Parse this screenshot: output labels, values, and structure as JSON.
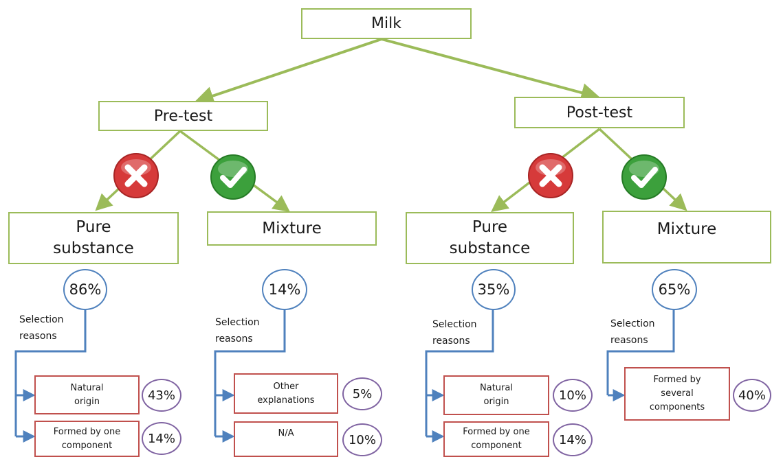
{
  "root": {
    "label": "Milk"
  },
  "tests": [
    {
      "label": "Pre-test",
      "branches": [
        {
          "label": "Pure\nsubstance",
          "correct": false,
          "percent": "86%",
          "selection_label": "Selection\nreasons",
          "reasons": [
            {
              "text": "Natural\norigin",
              "percent": "43%"
            },
            {
              "text": "Formed by one\ncomponent",
              "percent": "14%"
            }
          ]
        },
        {
          "label": "Mixture",
          "correct": true,
          "percent": "14%",
          "selection_label": "Selection\nreasons",
          "reasons": [
            {
              "text": "Other\nexplanations",
              "percent": "5%"
            },
            {
              "text": "N/A",
              "percent": "10%"
            }
          ]
        }
      ]
    },
    {
      "label": "Post-test",
      "branches": [
        {
          "label": "Pure\nsubstance",
          "correct": false,
          "percent": "35%",
          "selection_label": "Selection\nreasons",
          "reasons": [
            {
              "text": "Natural\norigin",
              "percent": "10%"
            },
            {
              "text": "Formed by one\ncomponent",
              "percent": "14%"
            }
          ]
        },
        {
          "label": "Mixture",
          "correct": true,
          "percent": "65%",
          "selection_label": "Selection\nreasons",
          "reasons": [
            {
              "text": "Formed by\nseveral\ncomponents",
              "percent": "40%"
            }
          ]
        }
      ]
    }
  ],
  "icons": {
    "incorrect": "red-cross-icon",
    "correct": "green-check-icon"
  },
  "colors": {
    "tree_line": "#9bbb59",
    "reason_line": "#4f81bd",
    "reason_box": "#c0504d",
    "small_circle": "#8064a2",
    "incorrect": "#d63a3a",
    "correct": "#3ca03c"
  }
}
